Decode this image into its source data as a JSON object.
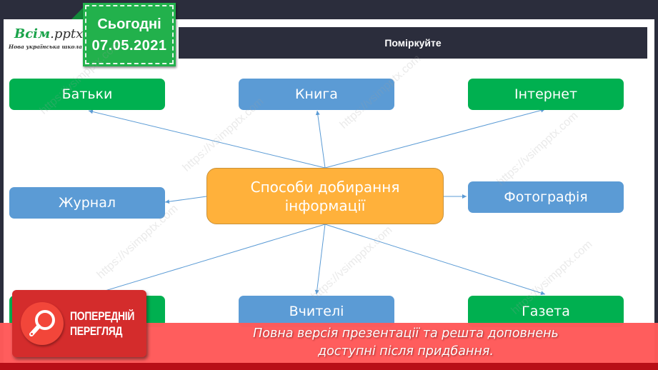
{
  "brand": {
    "logo_main": "Всім",
    "logo_ext": ".pptx",
    "logo_sub": "Нова українська школа"
  },
  "date_badge": {
    "label": "Сьогодні",
    "date": "07.05.2021",
    "color": "#22b14c"
  },
  "header": {
    "title": "Поміркуйте"
  },
  "diagram": {
    "center": {
      "line1": "Способи добирання",
      "line2": "інформації",
      "color": "#ffb13b"
    },
    "nodes": [
      {
        "label": "Батьки",
        "color": "green"
      },
      {
        "label": "Книга",
        "color": "blue"
      },
      {
        "label": "Інтернет",
        "color": "green"
      },
      {
        "label": "Журнал",
        "color": "blue"
      },
      {
        "label": "Фотографія",
        "color": "blue"
      },
      {
        "label": "",
        "color": "green"
      },
      {
        "label": "Вчителі",
        "color": "blue"
      },
      {
        "label": "Газета",
        "color": "green"
      }
    ],
    "colors": {
      "green": "#00b050",
      "blue": "#5b9bd5",
      "arrow": "#5b9bd5"
    }
  },
  "preview": {
    "line1": "ПОПЕРЕДНІЙ",
    "line2": "ПЕРЕГЛЯД",
    "icon": "magnifier-icon"
  },
  "banner": {
    "line1": "Повна версія презентації та решта доповнень",
    "line2": "доступні після придбання.",
    "color": "#ff5a5a"
  },
  "watermark": "https://vsimpptx.com"
}
